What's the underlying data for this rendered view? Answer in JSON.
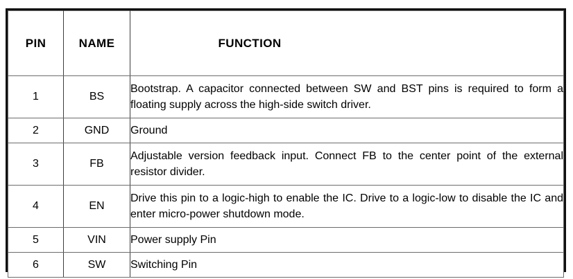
{
  "table": {
    "name": "pin-description-table",
    "columns": [
      {
        "key": "pin",
        "label": "PIN"
      },
      {
        "key": "name",
        "label": "NAME"
      },
      {
        "key": "function",
        "label": "FUNCTION"
      }
    ],
    "rows": [
      {
        "pin": "1",
        "name": "BS",
        "function": "Bootstrap. A capacitor connected between SW and BST pins is required to form a floating supply across the high-side switch driver.",
        "lines": 2
      },
      {
        "pin": "2",
        "name": "GND",
        "function": "Ground",
        "lines": 1
      },
      {
        "pin": "3",
        "name": "FB",
        "function": "Adjustable version feedback input. Connect FB to the center point of the external resistor divider.",
        "lines": 2
      },
      {
        "pin": "4",
        "name": "EN",
        "function": "Drive this pin to a logic-high to enable the IC. Drive to a logic-low to disable the IC and enter micro-power shutdown mode.",
        "lines": 2
      },
      {
        "pin": "5",
        "name": "VIN",
        "function": "Power supply Pin",
        "lines": 1
      },
      {
        "pin": "6",
        "name": "SW",
        "function": "Switching Pin",
        "lines": 1
      }
    ]
  },
  "colors": {
    "page_background": "#ffffff",
    "outer_border": "#111111",
    "grid_line": "#6b6b6b",
    "column_rule": "#3d3d3d",
    "text": "#000000"
  }
}
